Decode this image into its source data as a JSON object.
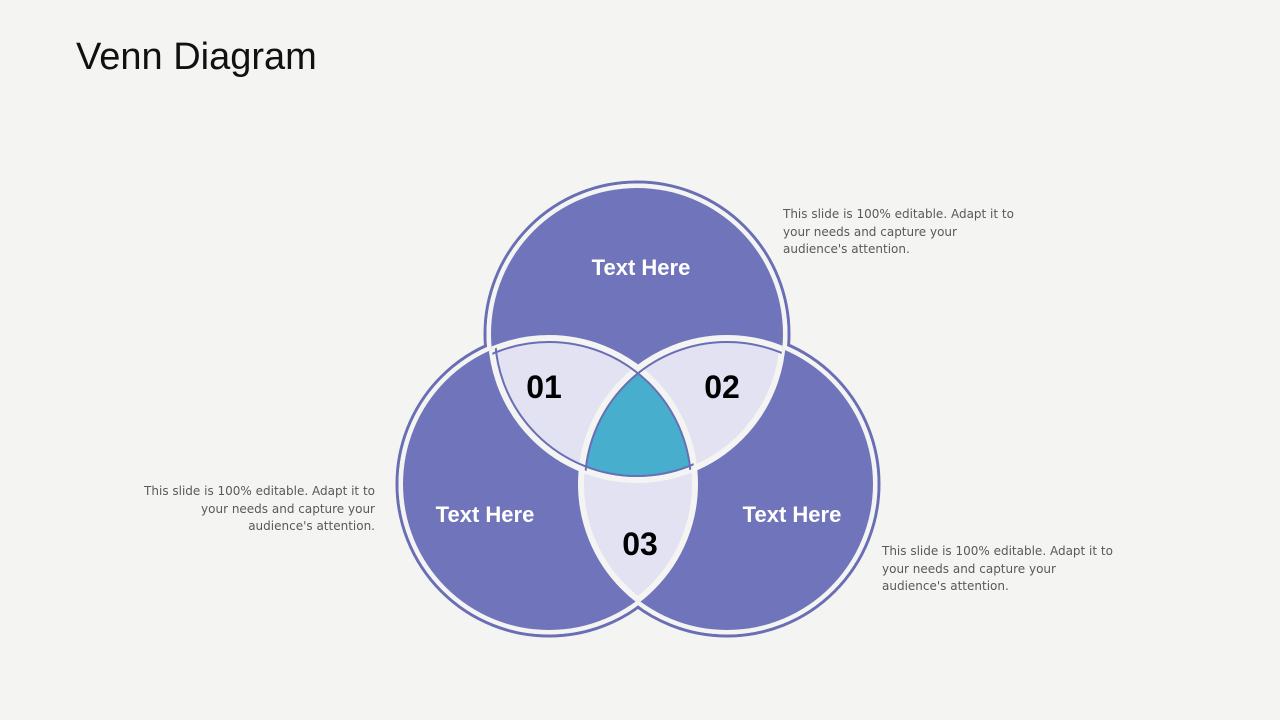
{
  "slide": {
    "title": "Venn Diagram"
  },
  "colors": {
    "circle_fill": "#7075bb",
    "circle_outline": "#6a6fb5",
    "overlap_fill": "#e2e2f2",
    "center_fill": "#48aece",
    "background": "#f4f4f2"
  },
  "circles": [
    {
      "id": "top",
      "label": "Text Here"
    },
    {
      "id": "left",
      "label": "Text Here"
    },
    {
      "id": "right",
      "label": "Text Here"
    }
  ],
  "overlaps": [
    {
      "id": "top-left",
      "label": "01"
    },
    {
      "id": "top-right",
      "label": "02"
    },
    {
      "id": "bottom",
      "label": "03"
    }
  ],
  "notes": [
    {
      "id": "top-right",
      "lines": [
        "This slide is 100% editable. Adapt it to",
        "your needs and capture your",
        "audience's attention."
      ]
    },
    {
      "id": "left",
      "lines": [
        "This slide is 100% editable. Adapt it to",
        "your needs and capture your",
        "audience's attention."
      ]
    },
    {
      "id": "bottom-right",
      "lines": [
        "This slide is 100% editable. Adapt it to",
        "your needs and capture your",
        "audience's attention."
      ]
    }
  ]
}
